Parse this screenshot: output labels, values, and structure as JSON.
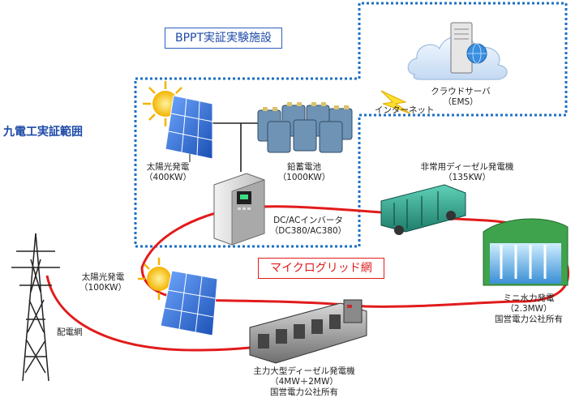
{
  "title_box": "BPPT実証実験施設",
  "scope_label": "九電工実証範囲",
  "internet_label": "インターネット",
  "microgrid_label": "マイクログリッド網",
  "nodes": {
    "cloud_server": {
      "name": "クラウドサーバ",
      "detail": "（EMS）"
    },
    "solar_large": {
      "name": "太陽光発電",
      "detail": "（400KW）"
    },
    "battery": {
      "name": "鉛蓄電池",
      "detail": "（1000KW）"
    },
    "inverter": {
      "name": "DC/ACインバータ",
      "detail": "（DC380/AC380）"
    },
    "emergency_diesel": {
      "name": "非常用ディーゼル発電機",
      "detail": "（135KW）"
    },
    "solar_small": {
      "name": "太陽光発電",
      "detail": "（100KW）"
    },
    "hydro": {
      "name": "ミニ水力発電",
      "detail": "（2.3MW）",
      "owner": "国営電力公社所有"
    },
    "main_diesel": {
      "name": "主力大型ディーゼル発電機",
      "detail": "（4MW＋2MW）",
      "owner": "国営電力公社所有"
    },
    "grid": {
      "name": "配電網"
    }
  },
  "colors": {
    "scope_border": "#1d6fc4",
    "microgrid_line": "#e21b1b",
    "title_text": "#1d4aa8",
    "solar_panel": "#2d6fd0",
    "battery": "#5f86a8",
    "cloud": "#dce9f7"
  }
}
